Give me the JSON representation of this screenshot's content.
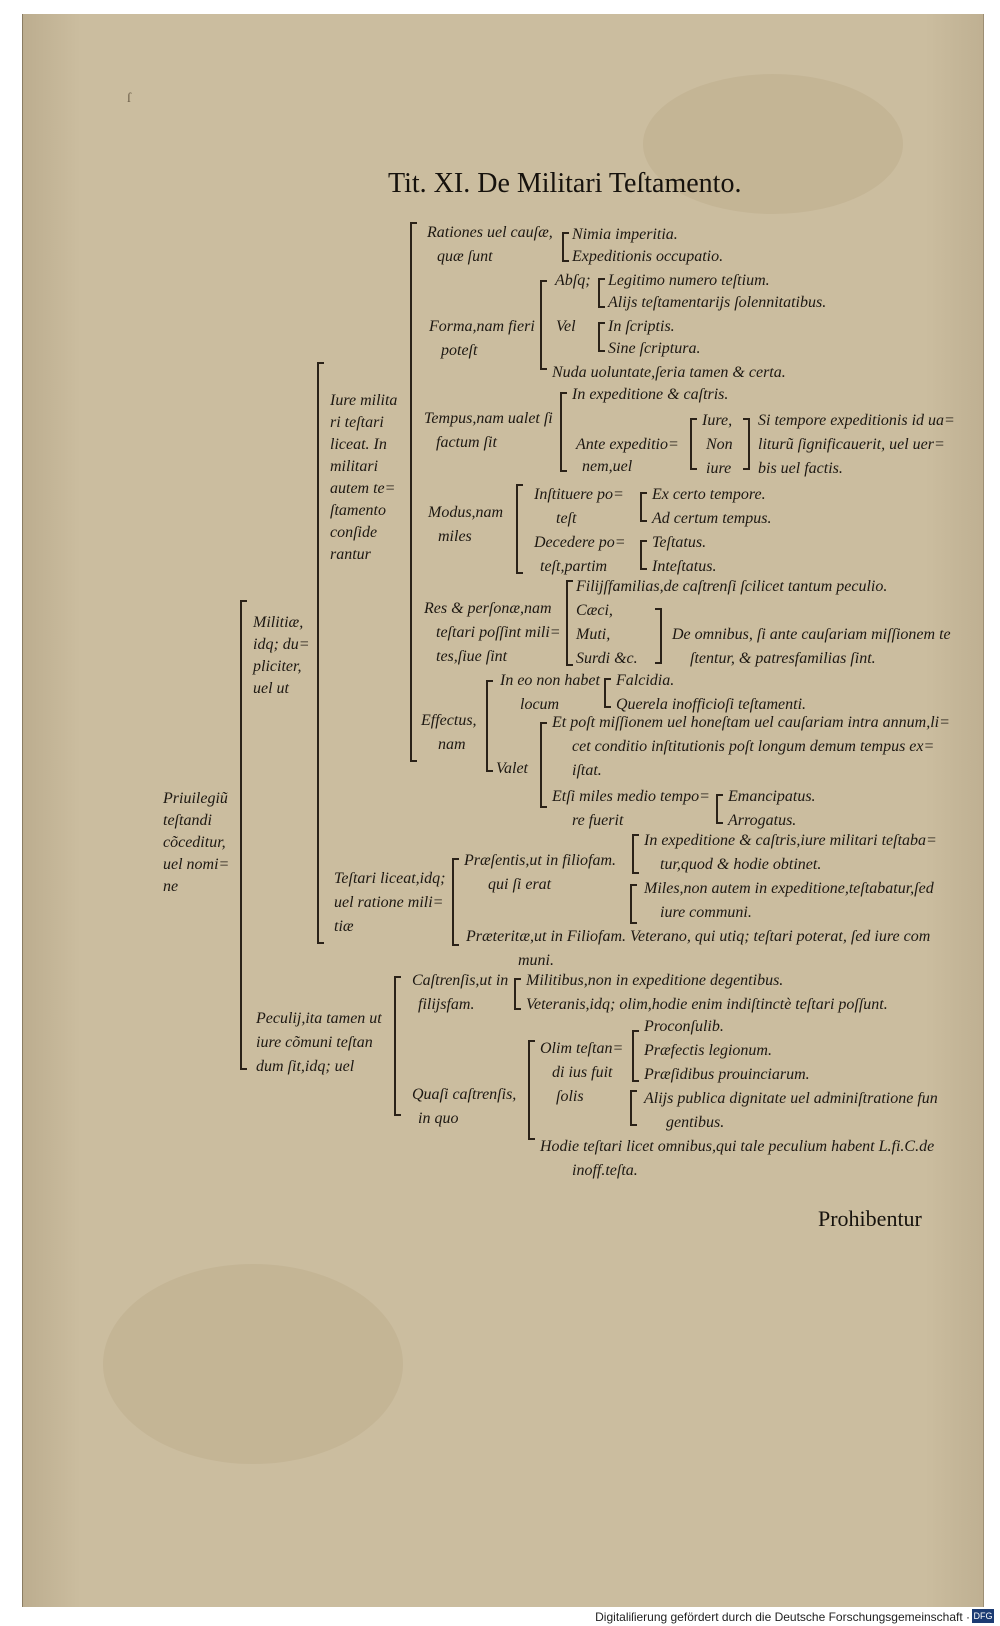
{
  "page": {
    "title": "Tit. XI. De Militari Teſtamento.",
    "corner_mark": "ſ",
    "catchword": "Prohibentur",
    "footer": "Digitaliſierung gefördert durch die Deutsche Forschungsgemeinschaft ·",
    "footer_logo": "DFG"
  },
  "root": [
    "Priuilegiũ",
    "teſtandi",
    "cõceditur,",
    "uel nomi=",
    "ne"
  ],
  "militiae": [
    "Militiæ,",
    "idq; du=",
    "pliciter,",
    "uel ut"
  ],
  "iure": [
    "Iure milita",
    "ri teſtari",
    "liceat. In",
    "militari",
    "autem te=",
    "ſtamento",
    "conſide",
    "rantur"
  ],
  "rationes": {
    "label": [
      "Rationes uel cauſæ,",
      "quæ ſunt"
    ],
    "items": [
      "Nimia imperitia.",
      "Expeditionis occupatio."
    ]
  },
  "forma": {
    "label": [
      "Forma,nam fieri",
      "poteſt"
    ],
    "absq": "Abſq;",
    "absq_items": [
      "Legitimo numero teſtium.",
      "Alijs teſtamentarijs ſolennitatibus."
    ],
    "vel": "Vel",
    "vel_items": [
      "In ſcriptis.",
      "Sine ſcriptura."
    ],
    "nuda": "Nuda uoluntate,ſeria tamen & certa."
  },
  "tempus": {
    "label": [
      "Tempus,nam ualet ſi",
      "factum ſit"
    ],
    "in_exp": "In expeditione & caſtris.",
    "ante": [
      "Ante expeditio=",
      "nem,uel"
    ],
    "iure": [
      "Iure,",
      "Non",
      "iure"
    ],
    "si": [
      "Si tempore expeditionis id ua=",
      "liturũ ſignificauerit, uel uer=",
      "bis uel factis."
    ]
  },
  "modus": {
    "label": [
      "Modus,nam",
      "miles"
    ],
    "inst": [
      "Inſtituere po=",
      "teſt"
    ],
    "inst_items": [
      "Ex certo tempore.",
      "Ad certum tempus."
    ],
    "dec": [
      "Decedere po=",
      "teſt,partim"
    ],
    "dec_items": [
      "Teſtatus.",
      "Inteſtatus."
    ]
  },
  "res": {
    "label": [
      "Res & perſonæ,nam",
      "teſtari poſſint mili=",
      "tes,ſiue ſint"
    ],
    "filii": "Filijſfamilias,de caſtrenſi ſcilicet tantum peculio.",
    "caeci": [
      "Cæci,",
      "Muti,",
      "Surdi &c."
    ],
    "de_omnibus": [
      "De omnibus, ſi ante cauſariam miſſionem te",
      "ſtentur, & patresfamilias ſint."
    ]
  },
  "effectus": {
    "label": [
      "Effectus,",
      "nam"
    ],
    "in_eo": [
      "In eo non habet",
      "locum"
    ],
    "in_eo_items": [
      "Falcidia.",
      "Querela inofficioſi teſtamenti."
    ],
    "valet": "Valet",
    "et_post": [
      "Et poſt miſſionem uel honeſtam uel cauſariam intra annum,li=",
      "cet conditio inſtitutionis poſt longum demum tempus ex=",
      "iſtat."
    ],
    "etsi": [
      "Etſi miles medio tempo=",
      "re fuerit"
    ],
    "etsi_items": [
      "Emancipatus.",
      "Arrogatus."
    ]
  },
  "testari": {
    "label": [
      "Teſtari liceat,idq;",
      "uel ratione mili=",
      "tiæ"
    ],
    "praesentis": [
      "Præſentis,ut in filiofam.",
      "qui ſi erat"
    ],
    "in_exp": [
      "In expeditione & caſtris,iure militari teſtaba=",
      "tur,quod & hodie obtinet."
    ],
    "miles": [
      "Miles,non autem in expeditione,teſtabatur,ſed",
      "iure communi."
    ],
    "praeteritae": [
      "Præteritæ,ut in Filiofam. Veterano, qui utiq; teſtari poterat, ſed iure com",
      "muni."
    ]
  },
  "peculii": {
    "label": [
      "Peculij,ita tamen ut",
      "iure cõmuni teſtan",
      "dum ſit,idq; uel"
    ],
    "castrensis": [
      "Caſtrenſis,ut in",
      "filijsfam."
    ],
    "castrensis_items": [
      "Militibus,non in expeditione degentibus.",
      "Veteranis,idq; olim,hodie enim indiſtinctè teſtari poſſunt."
    ],
    "quasi": [
      "Quaſi caſtrenſis,",
      "in quo"
    ],
    "olim": [
      "Olim teſtan=",
      "di ius fuit",
      "ſolis"
    ],
    "olim_items": [
      "Proconſulib.",
      "Præfectis legionum.",
      "Præſidibus prouinciarum."
    ],
    "alijs": [
      "Alijs publica dignitate uel adminiſtratione fun",
      "gentibus."
    ],
    "hodie": [
      "Hodie teſtari licet omnibus,qui tale peculium habent L.fi.C.de",
      "inoff.teſta."
    ]
  }
}
